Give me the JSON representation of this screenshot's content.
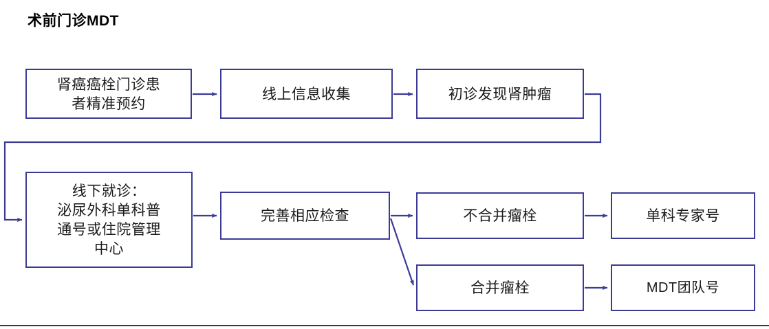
{
  "title": "术前门诊MDT",
  "theme": {
    "box_border_color": "#3b3b96",
    "connector_color": "#3b3b96",
    "text_color": "#1a1a1a",
    "background": "#ffffff",
    "rule_color": "#3a3a3a"
  },
  "nodes": {
    "appointment": {
      "label": "肾癌癌栓门诊患\n者精准预约"
    },
    "online_info": {
      "label": "线上信息收集"
    },
    "first_visit_finding": {
      "label": "初诊发现肾肿瘤"
    },
    "offline_visit": {
      "label": "线下就诊：\n泌尿外科单科普\n通号或住院管理\n中心"
    },
    "complete_exams": {
      "label": "完善相应检查"
    },
    "no_thrombus": {
      "label": "不合并瘤栓"
    },
    "with_thrombus": {
      "label": "合并瘤栓"
    },
    "specialist_number": {
      "label": "单科专家号"
    },
    "mdt_team_number": {
      "label": "MDT团队号"
    }
  },
  "connectors": [
    {
      "name": "appointment-to-online-info",
      "from": "appointment",
      "to": "online_info",
      "style": "straight-arrow"
    },
    {
      "name": "online-info-to-first-visit",
      "from": "online_info",
      "to": "first_visit_finding",
      "style": "straight-arrow"
    },
    {
      "name": "first-visit-to-offline-visit",
      "from": "first_visit_finding",
      "to": "offline_visit",
      "style": "wrap-around-elbow-arrow"
    },
    {
      "name": "offline-visit-to-complete-exams",
      "from": "offline_visit",
      "to": "complete_exams",
      "style": "straight-arrow"
    },
    {
      "name": "complete-exams-to-no-thrombus",
      "from": "complete_exams",
      "to": "no_thrombus",
      "style": "straight-arrow"
    },
    {
      "name": "complete-exams-to-with-thrombus",
      "from": "complete_exams",
      "to": "with_thrombus",
      "style": "diagonal-arrow"
    },
    {
      "name": "no-thrombus-to-specialist-number",
      "from": "no_thrombus",
      "to": "specialist_number",
      "style": "straight-arrow"
    },
    {
      "name": "with-thrombus-to-mdt-team-number",
      "from": "with_thrombus",
      "to": "mdt_team_number",
      "style": "straight-arrow"
    }
  ]
}
